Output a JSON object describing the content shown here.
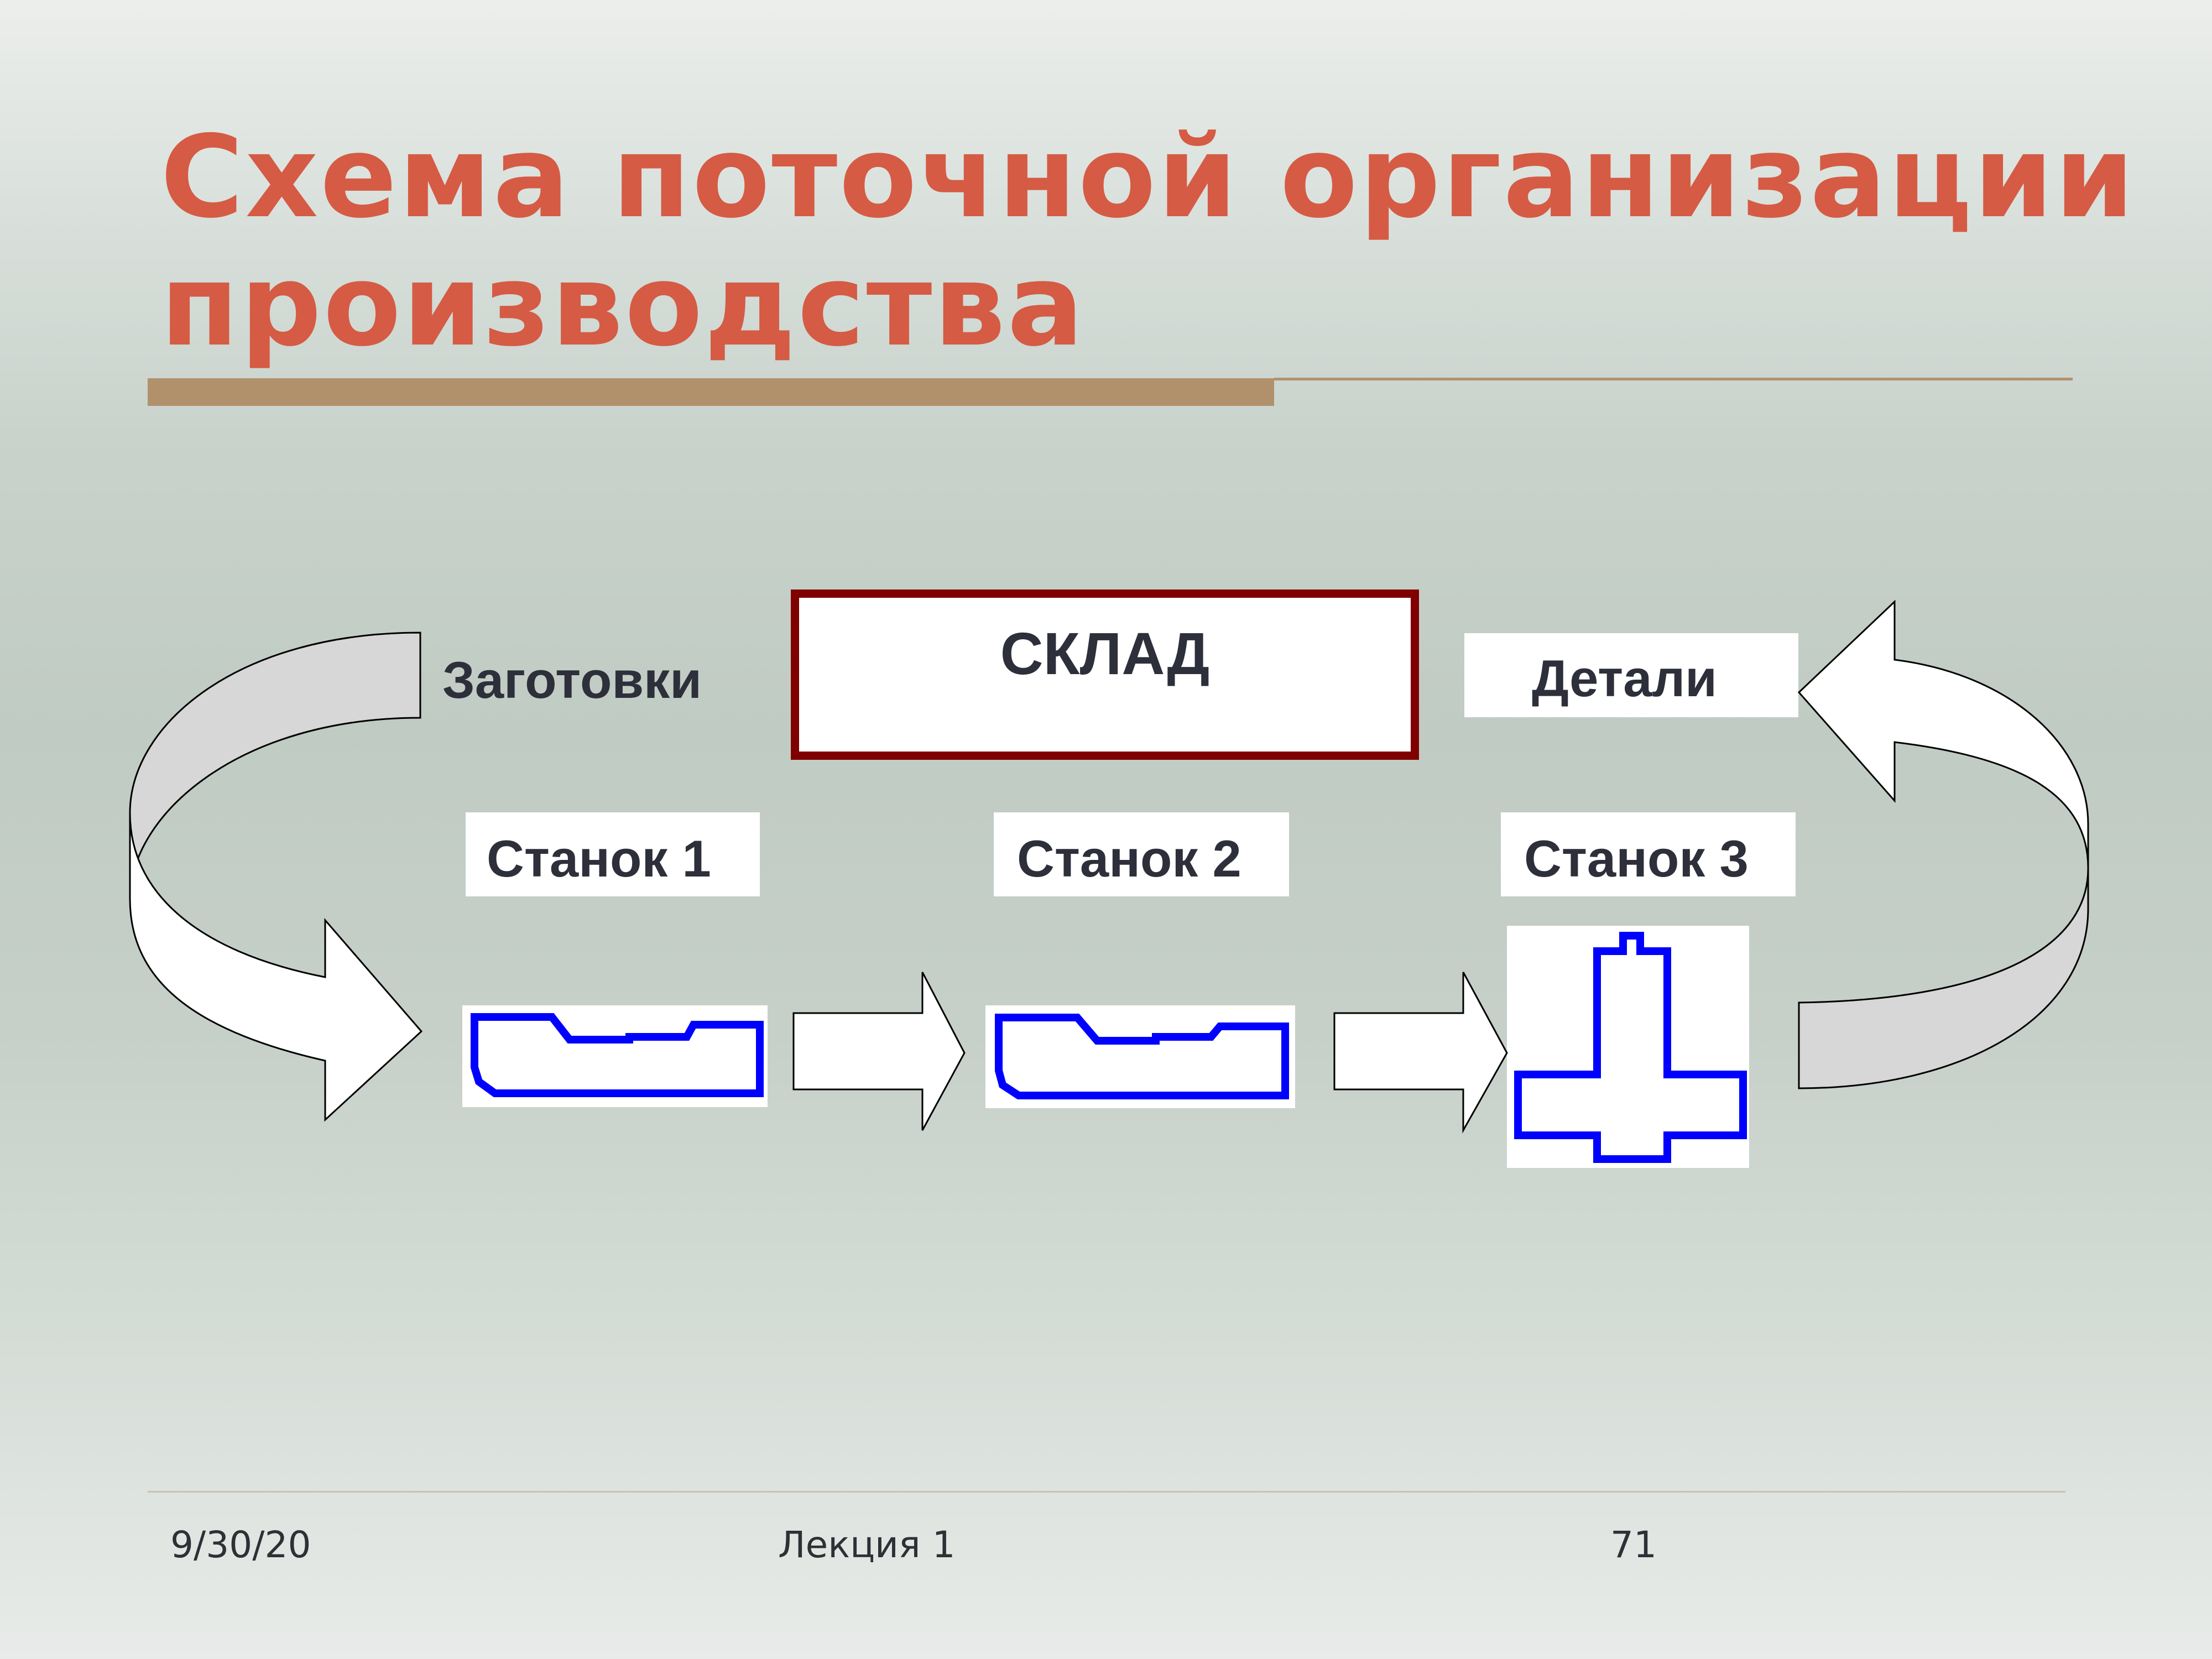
{
  "title": {
    "line1": "Схема поточной организации",
    "line2": "производства"
  },
  "diagram": {
    "warehouse_label": "СКЛАД",
    "blanks_label": "Заготовки",
    "parts_label": "Детали",
    "machines": [
      "Станок 1",
      "Станок 2",
      "Станок 3"
    ],
    "outline_color": "#0000ff",
    "warehouse_border_color": "#800000"
  },
  "footer": {
    "date": "9/30/20",
    "lecture": "Лекция 1",
    "page": "71"
  },
  "colors": {
    "title": "#d55b44",
    "accent_bar": "#b1916b"
  }
}
